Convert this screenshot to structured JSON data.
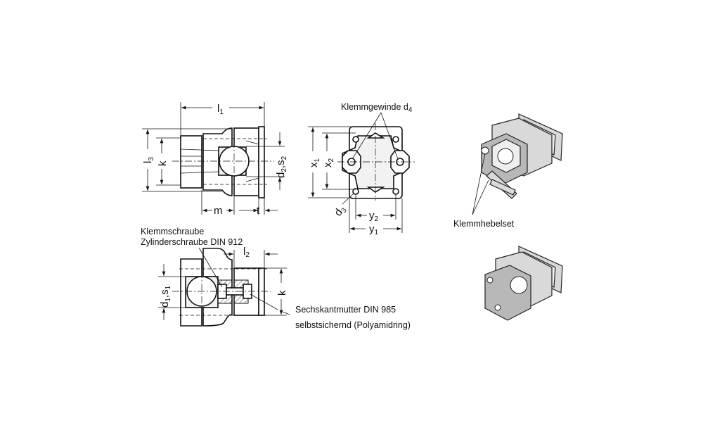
{
  "views": {
    "side": {
      "l1": "l",
      "l1_sub": "1",
      "l3": "l",
      "l3_sub": "3",
      "k": "k",
      "d2": "d",
      "d2_sub": "2",
      "sep": ",",
      "s2": "s",
      "s2_sub": "2",
      "m": "m",
      "t": "t"
    },
    "front": {
      "thread_label": "Klemmgewinde d",
      "thread_sub": "4",
      "x1": "x",
      "x1_sub": "1",
      "x2": "x",
      "x2_sub": "2",
      "d3": "d",
      "d3_sub": "3",
      "y1": "y",
      "y1_sub": "1",
      "y2": "y",
      "y2_sub": "2"
    },
    "section": {
      "screw_label_1": "Klemmschraube",
      "screw_label_2": "Zylinderschraube DIN 912",
      "l2": "l",
      "l2_sub": "2",
      "k": "k",
      "d1": "d",
      "d1_sub": "1",
      "sep": ",",
      "s1": "s",
      "s1_sub": "1",
      "nut_label_1": "Sechskantmutter DIN 985",
      "nut_label_2": "selbstsichernd (Polyamidring)"
    }
  },
  "renders": {
    "lever_set_label": "Klemmhebelset"
  }
}
